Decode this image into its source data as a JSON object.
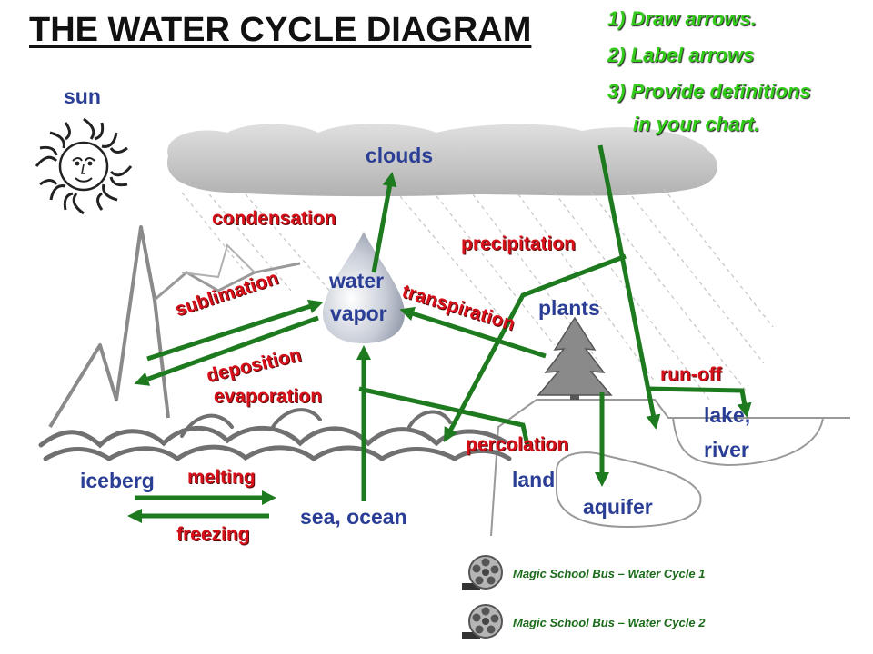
{
  "title": "THE WATER CYCLE DIAGRAM",
  "instructions": [
    "1) Draw arrows.",
    "2) Label arrows",
    "3) Provide definitions",
    "in your chart."
  ],
  "labels": {
    "sun": "sun",
    "clouds": "clouds",
    "water_vapor_line1": "water",
    "water_vapor_line2": "vapor",
    "plants": "plants",
    "lake_line1": "lake,",
    "lake_line2": "river",
    "iceberg": "iceberg",
    "land": "land",
    "aquifer": "aquifer",
    "sea": "sea, ocean"
  },
  "processes": {
    "condensation": "condensation",
    "precipitation": "precipitation",
    "sublimation": "sublimation",
    "transpiration": "transpiration",
    "deposition": "deposition",
    "evaporation": "evaporation",
    "run_off": "run-off",
    "percolation": "percolation",
    "melting": "melting",
    "freezing": "freezing"
  },
  "links": [
    {
      "text": "Magic School Bus – Water Cycle 1",
      "icon": "film-reel-icon"
    },
    {
      "text": "Magic School Bus – Water Cycle 2",
      "icon": "film-reel-icon"
    }
  ],
  "colors": {
    "arrow": "#1e7a1e",
    "process_label": "#d8101a",
    "place_label": "#2a3e96",
    "instruction": "#33cc1a"
  }
}
